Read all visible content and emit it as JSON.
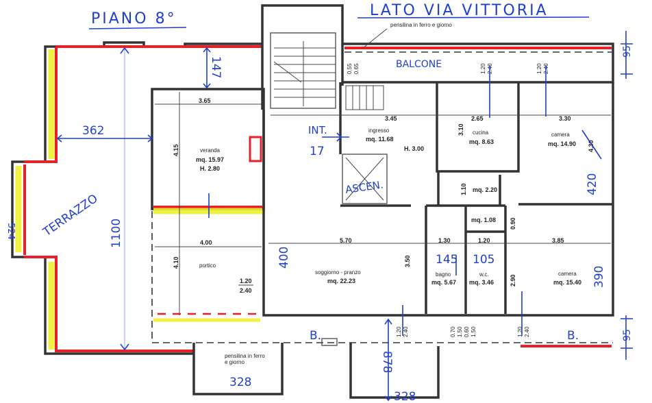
{
  "title": "PIANO 8°",
  "side_label": "LATO VIA VITTORIA",
  "pensilina_top": "pensilina in ferro e giorno",
  "pensilina_bottom_1": "pensilina in ferro",
  "pensilina_bottom_2": "e giorno",
  "balcone": "BALCONE",
  "balcone_dims": {
    "a1": "0.55",
    "a2": "0.65",
    "b1": "1.20",
    "b2": "2.40",
    "c1": "1.20",
    "c2": "2.40"
  },
  "terrazzo": {
    "label": "TERRAZZO",
    "d147": "147",
    "d362": "362",
    "d524": "524",
    "d1100": "1100"
  },
  "veranda": {
    "name": "veranda",
    "area": "mq. 15.97",
    "height": "H. 2.80",
    "w": "3.65",
    "h": "4.15"
  },
  "portico": {
    "name": "portico",
    "w": "4.00",
    "h": "4.10",
    "win1": "1.20",
    "win2": "2.40"
  },
  "entrance": {
    "int": "INT.",
    "num": "17"
  },
  "ingresso": {
    "name": "ingresso",
    "area": "mq. 11.68",
    "height": "H. 3.00",
    "w": "3.45"
  },
  "cucina": {
    "name": "cucina",
    "area": "mq. 8.63",
    "w": "2.65",
    "h": "3.10"
  },
  "camera1": {
    "name": "camera",
    "area": "mq. 14.90",
    "w": "3.30",
    "h": "4.30",
    "hand": "420"
  },
  "ascensore": "ASCEN.",
  "disimpegno": {
    "h": "1.10",
    "area": "mq. 2.20"
  },
  "ripostiglio": {
    "area": "mq. 1.08",
    "h": "0.90"
  },
  "soggiorno": {
    "name": "soggiorno - pranzo",
    "area": "mq. 22.23",
    "w": "5.70",
    "h": "3.50",
    "hand": "400"
  },
  "bagno": {
    "name": "bagno",
    "area": "mq. 5.67",
    "w": "1.30",
    "hand": "145"
  },
  "wc": {
    "name": "w.c.",
    "area": "mq. 3.46",
    "w": "1.20",
    "hand": "105"
  },
  "camera2": {
    "name": "camera",
    "area": "mq. 15.40",
    "w": "3.85",
    "h": "2.90",
    "hand": "390"
  },
  "bottom_balcony": {
    "b_left": "B.",
    "b_right": "B.",
    "d1a": "1.20",
    "d1b": "2.40",
    "d2a": "0.70",
    "d2b": "1.50",
    "d2c": "0.60",
    "d2d": "1.50",
    "d3a": "1.20",
    "d3b": "2.40",
    "d878": "878",
    "d328a": "328",
    "d328b": "328"
  },
  "right_dims": {
    "top": "95",
    "bottom": "95"
  }
}
